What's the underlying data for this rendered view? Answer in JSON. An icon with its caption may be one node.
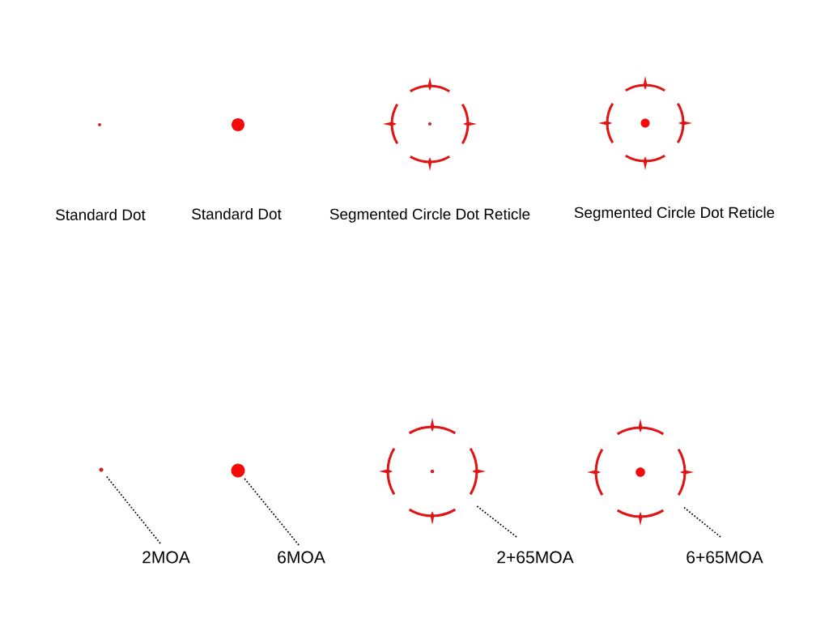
{
  "diagram": {
    "nodes": [
      {
        "text": [],
        "shape": "circle"
      },
      {
        "text": [],
        "shape": "circle"
      },
      {
        "text": [],
        "shape": "picture"
      },
      {
        "text": [],
        "shape": "picture"
      },
      {
        "text": [],
        "shape": "circle"
      },
      {
        "text": [],
        "shape": "circle"
      },
      {
        "text": [],
        "shape": "picture"
      },
      {
        "text": [],
        "shape": "picture"
      },
      {
        "text": [
          "2MOA"
        ]
      },
      {
        "text": [
          "6MOA"
        ]
      },
      {
        "text": [
          "2+65MOA"
        ]
      },
      {
        "text": [
          "6+65MOA"
        ]
      }
    ],
    "edges": [
      {
        "from": 8,
        "to": 4,
        "arrow": "none",
        "style": "dashed"
      },
      {
        "from": 9,
        "to": 5,
        "arrow": "none",
        "style": "dashed"
      },
      {
        "from": 10,
        "to": 6,
        "arrow": "none",
        "style": "dashed"
      },
      {
        "from": 11,
        "to": 7,
        "arrow": "none",
        "style": "dashed"
      }
    ],
    "labels": [
      "Standard Dot",
      "Standard Dot",
      "Segmented Circle Dot Reticle",
      "Segmented Circle Dot Reticle"
    ]
  }
}
